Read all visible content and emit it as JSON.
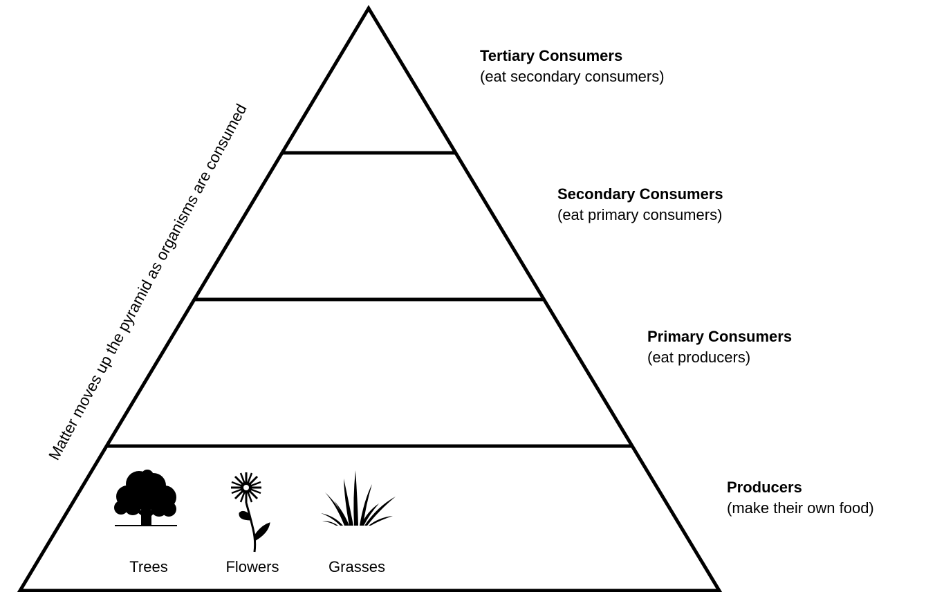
{
  "side_caption": "Matter moves up the pyramid as organisms are consumed",
  "levels": [
    {
      "name": "Tertiary Consumers",
      "description": "(eat secondary consumers)"
    },
    {
      "name": "Secondary Consumers",
      "description": "(eat primary consumers)"
    },
    {
      "name": "Primary Consumers",
      "description": "(eat producers)"
    },
    {
      "name": "Producers",
      "description": "(make their own food)"
    }
  ],
  "producers": [
    {
      "label": "Trees",
      "icon": "tree-icon"
    },
    {
      "label": "Flowers",
      "icon": "flower-icon"
    },
    {
      "label": "Grasses",
      "icon": "grass-icon"
    }
  ],
  "colors": {
    "line": "#000000",
    "background": "#ffffff"
  }
}
